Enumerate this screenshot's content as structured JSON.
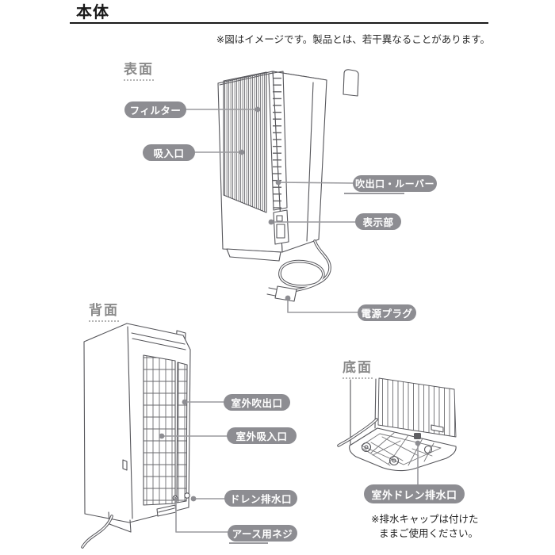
{
  "page": {
    "title": "本体",
    "disclaimer": "※図はイメージです。製品とは、若干異なることがあります。"
  },
  "sections": {
    "front": "表面",
    "back": "背面",
    "bottom": "底面"
  },
  "callouts": {
    "filter": "フィルター",
    "intake": "吸入口",
    "outlet_louver": "吹出口・ルーバー",
    "display": "表示部",
    "power_plug": "電源プラグ",
    "outdoor_outlet": "室外吹出口",
    "outdoor_intake": "室外吸入口",
    "drain_outlet": "ドレン排水口",
    "earth_screw": "アース用ネジ",
    "outdoor_drain_outlet": "室外ドレン排水口"
  },
  "bottom_note": {
    "line1": "※排水キャップは付けた",
    "line2": "ままご使用ください。"
  },
  "colors": {
    "callout_bg": "#8d8d92",
    "callout_text": "#ffffff",
    "leader_line": "#9a9a9e",
    "line_art": "#55555a",
    "section_label": "#8a8a8a",
    "title_text": "#1a1a1a"
  }
}
